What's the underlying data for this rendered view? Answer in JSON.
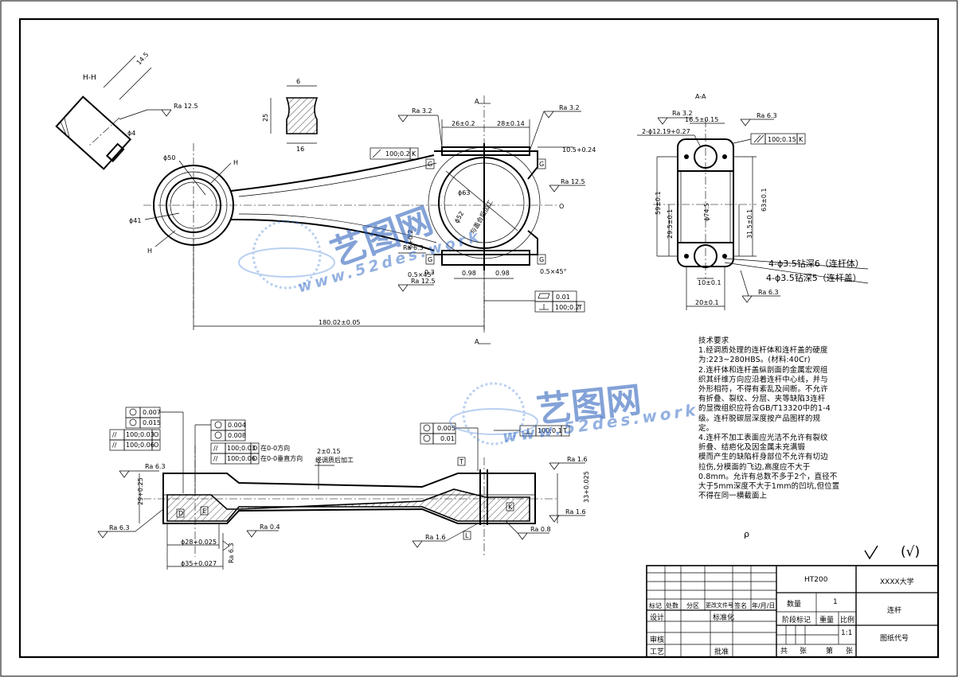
{
  "section_labels": {
    "hh": "H-H",
    "aa": "A-A",
    "h_top": "H",
    "h_bottom": "H",
    "a_top": "A",
    "a_bottom": "A",
    "o_right": "O"
  },
  "roughness": {
    "r12_5": "Ra 12.5",
    "r3_2": "Ra 3.2",
    "r6_3": "Ra 6.3",
    "r1_6": "Ra 1.6",
    "r0_8": "Ra 0.8",
    "r0_4": "Ra 0.4"
  },
  "dims_top_left": {
    "w14_5": "14.5",
    "d4": "ϕ4",
    "w6": "6",
    "h25": "25",
    "w16": "16",
    "d50": "ϕ50",
    "d41": "ϕ41"
  },
  "dims_front": {
    "w26": "26±0.2",
    "w28": "28±0.14",
    "h10_5": "10.5+0.24",
    "d63": "ϕ63",
    "d52": "ϕ52",
    "d52_note": "与盖合后加工",
    "h6": "6+0.2",
    "w0_98a": "0.98",
    "w0_98b": "0.98",
    "ch1": "0.5×45°",
    "ch2": "0.5×45°",
    "l180": "180.02±0.05",
    "w0_3": "0.3",
    "flat": "0.01",
    "perp": "100;0.2",
    "perp_ref": "T",
    "runout": "100;0.2",
    "runout_ref": "K",
    "datum_g": "G"
  },
  "dims_aa": {
    "holes2": "2-ϕ12.19+0.27",
    "w16_5": "16.5±0.15",
    "par": "100;0.15",
    "par_ref": "K",
    "h59": "59±0.1",
    "h29_5": "29.5±0.1",
    "d74_5": "ϕ74.5",
    "h63": "63±0.1",
    "h31_5": "31.5±0.1",
    "w10": "10±0.1",
    "w20": "20±0.1",
    "drill1": "4-ϕ3.5钻深6（连杆体）",
    "drill2": "4-ϕ3.5钻深5（连杆盖）"
  },
  "dims_bottom": {
    "circ1": "0.007",
    "cyl1": "0.015",
    "par1": "100;0.03",
    "par2": "100;0.06",
    "circ2": "0.004",
    "cyl2": "0.008",
    "par3": "100;0.03",
    "par4": "100;0.06",
    "note_0_0": "在0-0方向",
    "note_0_0v": "在0-0垂直方向",
    "pos": "2±0.15",
    "pos_note": "经调质后加工",
    "circ3": "0.005",
    "cyl3": "0.01",
    "perp3": "100;0.1",
    "h29": "29+0.25",
    "h33": "33+0.025",
    "d28": "ϕ28+0.025",
    "d35": "ϕ35+0.027",
    "datum_d": "D",
    "datum_e": "E",
    "datum_l": "L",
    "datum_k": "K",
    "datum_t": "T",
    "datum_o": "O"
  },
  "tech_req": {
    "title": "技术要求",
    "lines": [
      "1.经调质处理的连杆体和连杆盖的硬度",
      "为:223~280HBS。(材料:40Cr)",
      "2.连杆体和连杆盖纵剖面的金属宏观组",
      "织其纤维方向应沿着连杆中心线，并与",
      "外形相符，不得有紊乱及间断。不允许",
      "有折叠、裂纹、分层、夹等缺陷3连杆",
      "的显微组织应符合GB/T13320中的1-4",
      "级。连杆脱碳层深度按产品图样的规",
      "定。",
      "4.连杆不加工表面应光洁不允许有裂纹",
      "折叠、结疤化及因金属未充满锻",
      "模而产生的缺陷杆身部位不允许有切边",
      "拉伤,分模面的飞边,高度应不大于",
      "0.8mm。允许有总数不多于2个，直径不",
      "大于5mm深度不大于1mm的凹坑,但位置",
      "不得在同一横截面上"
    ],
    "mark": "ρ"
  },
  "rest_mark": "(√)",
  "title_block": {
    "material": "HT200",
    "school": "XXXX大学",
    "qty_label": "数量",
    "qty": "1",
    "part_name": "连杆",
    "stage": "阶段标记",
    "weight": "重量",
    "scale_label": "比例",
    "scale": "1:1",
    "drawing_no": "图纸代号",
    "total": "共",
    "sheet_unit": "张",
    "sheet_of": "第",
    "sheet_unit2": "张",
    "mark": "标记",
    "place": "处数",
    "zone": "分区",
    "change_no": "更改文件号",
    "sign": "签名",
    "date": "年/月/日",
    "design": "设计",
    "std": "标准化",
    "review": "审核",
    "process": "工艺",
    "approve": "批准"
  },
  "watermark": {
    "cn": "艺图网",
    "url": "www.52des.work"
  }
}
